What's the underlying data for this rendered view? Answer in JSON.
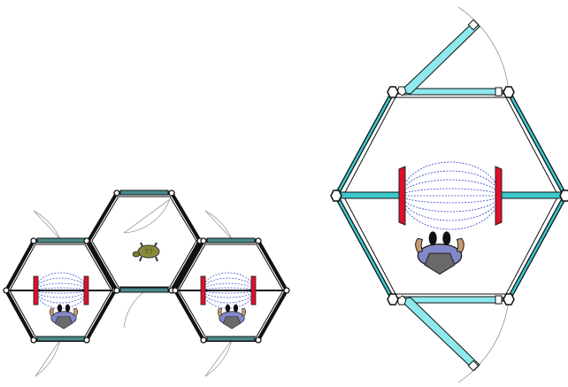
{
  "figure": {
    "panels": [
      {
        "id": "cluster",
        "cells": [
          {
            "id": "left-cell",
            "occupant": "person-seated",
            "equipment": "magnet-coils"
          },
          {
            "id": "middle-cell",
            "occupant": "animal-turtle",
            "equipment": "none"
          },
          {
            "id": "right-cell",
            "occupant": "person-seated",
            "equipment": "magnet-coils"
          }
        ]
      },
      {
        "id": "single-cell-detail",
        "occupant": "person-seated",
        "equipment": "magnet-coils",
        "door_panels": 2
      }
    ]
  },
  "colors": {
    "frame_cluster": "#111111",
    "frame_detail_outer": "#111111",
    "frame_detail_inner": "#3cc8cc",
    "door_fill": "#8ee8ec",
    "coil": "#e0102a",
    "field_lines": "#3340cc",
    "swing_arc": "#9a9a9a",
    "person_shirt": "#8088c8",
    "person_head": "#6a6a6a",
    "animal_shell": "#8a8a3a"
  },
  "icons": [
    "hexagon-frame",
    "magnet-coil",
    "field-lines",
    "seated-person-icon",
    "turtle-icon",
    "hinge-node"
  ]
}
